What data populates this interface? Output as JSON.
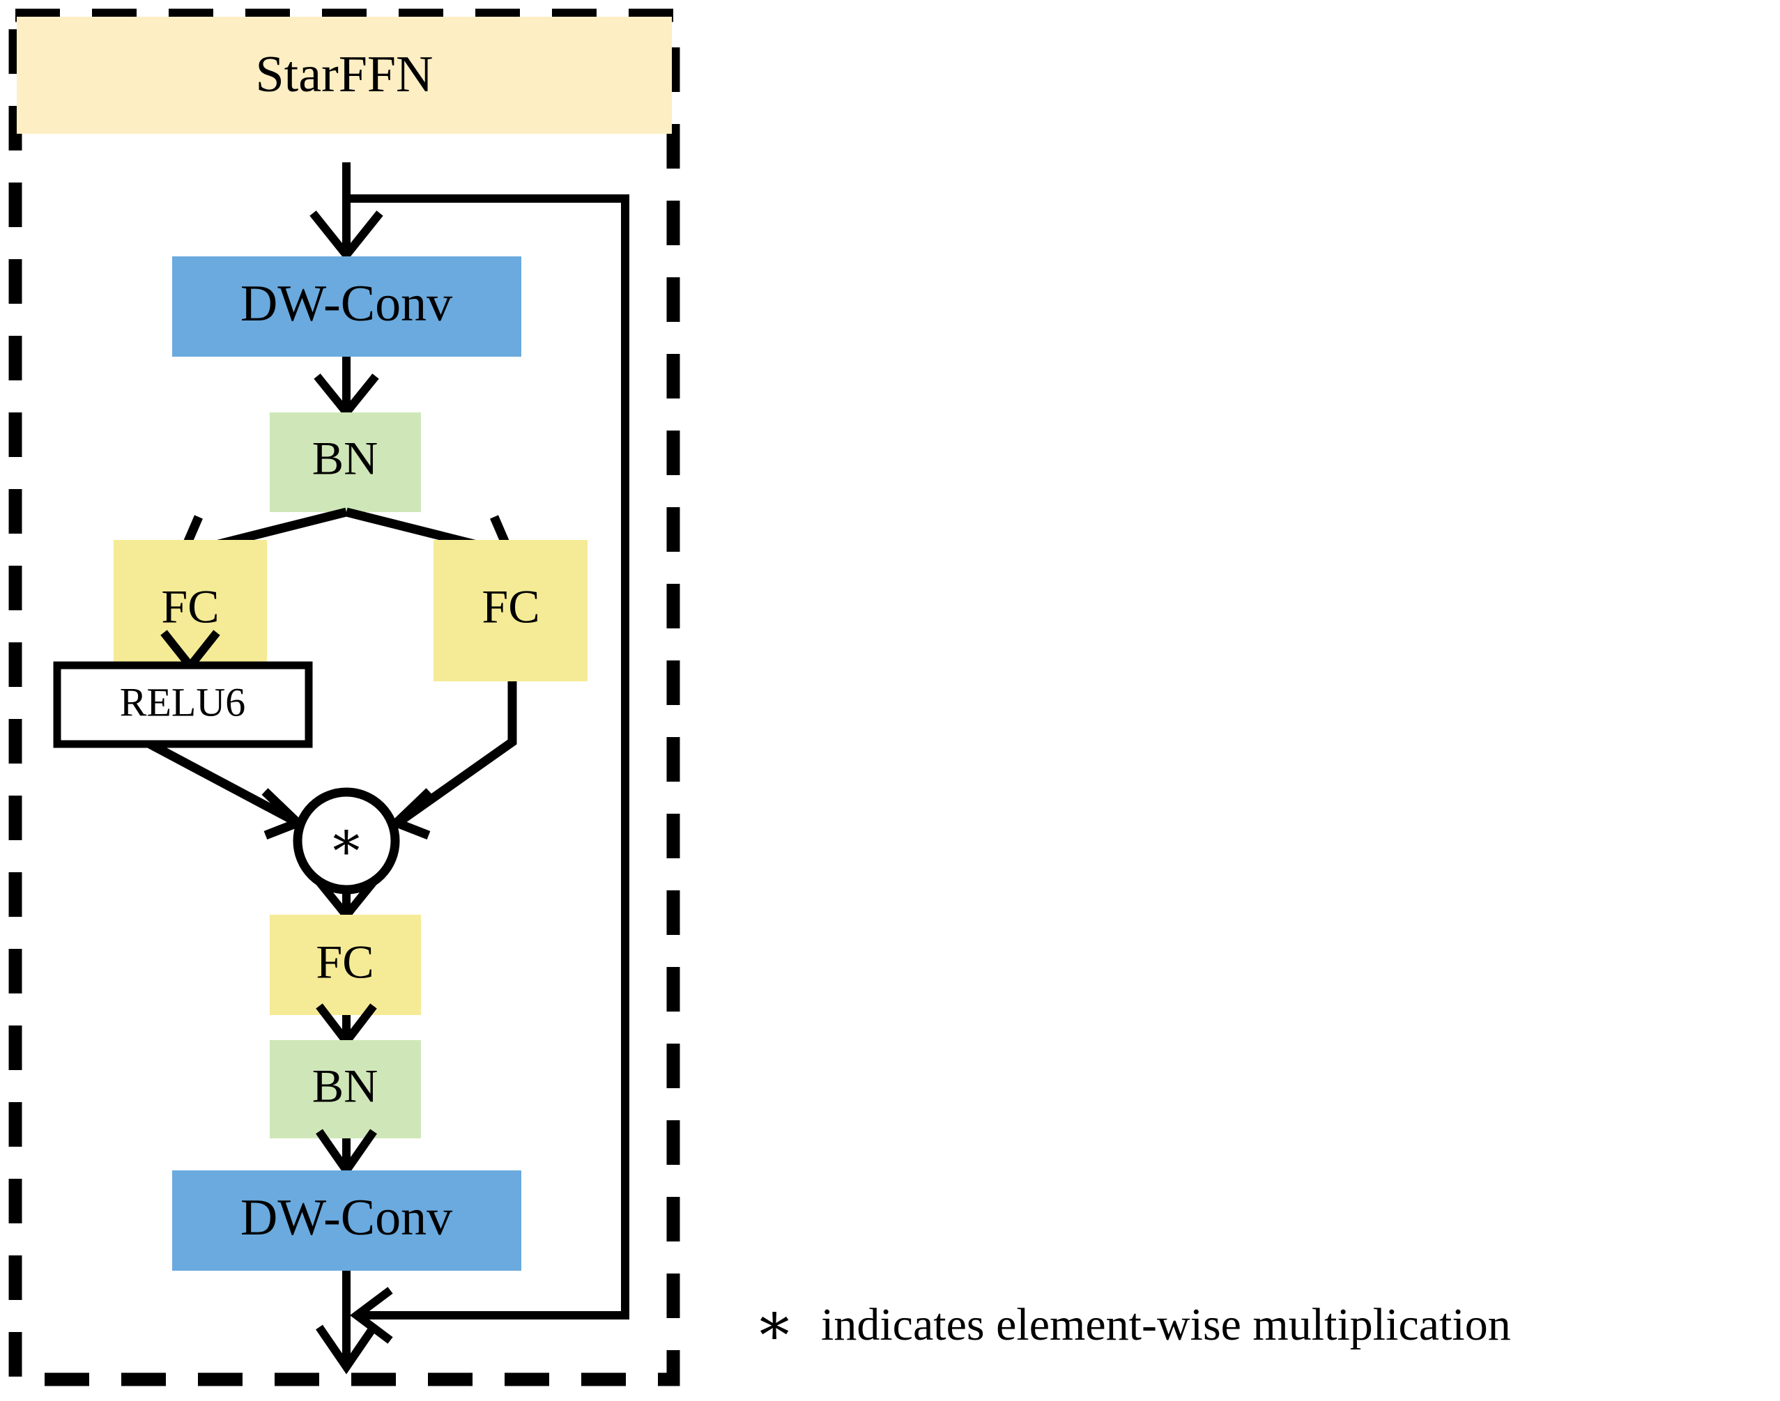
{
  "figure": {
    "title": "StarFFN",
    "module_box": {
      "header_label": "StarFFN",
      "header_fill": "#fdeec3",
      "border_style": "dashed",
      "border_color": "#000000"
    },
    "blocks": [
      {
        "id": "dwconv-top",
        "label": "DW-Conv",
        "fill": "#6aaade",
        "type": "depthwise-convolution"
      },
      {
        "id": "bn-top",
        "label": "BN",
        "fill": "#cfe7b8",
        "type": "batch-normalization"
      },
      {
        "id": "fc-left",
        "label": "FC",
        "fill": "#f5eb96",
        "type": "fully-connected"
      },
      {
        "id": "fc-right",
        "label": "FC",
        "fill": "#f5eb96",
        "type": "fully-connected"
      },
      {
        "id": "relu6",
        "label": "RELU6",
        "fill": "#ffffff",
        "type": "activation"
      },
      {
        "id": "mul",
        "label": "∗",
        "fill": "#ffffff",
        "type": "element-wise-multiply"
      },
      {
        "id": "fc-bottom",
        "label": "FC",
        "fill": "#f5eb96",
        "type": "fully-connected"
      },
      {
        "id": "bn-bottom",
        "label": "BN",
        "fill": "#cfe7b8",
        "type": "batch-normalization"
      },
      {
        "id": "dwconv-bottom",
        "label": "DW-Conv",
        "fill": "#6aaade",
        "type": "depthwise-convolution"
      }
    ],
    "legend": {
      "symbol": "∗",
      "text": "indicates element-wise multiplication"
    },
    "colors": {
      "conv": "#6aaade",
      "norm": "#cfe7b8",
      "fc": "#f5eb96",
      "header": "#fdeec3",
      "line": "#000000"
    }
  }
}
